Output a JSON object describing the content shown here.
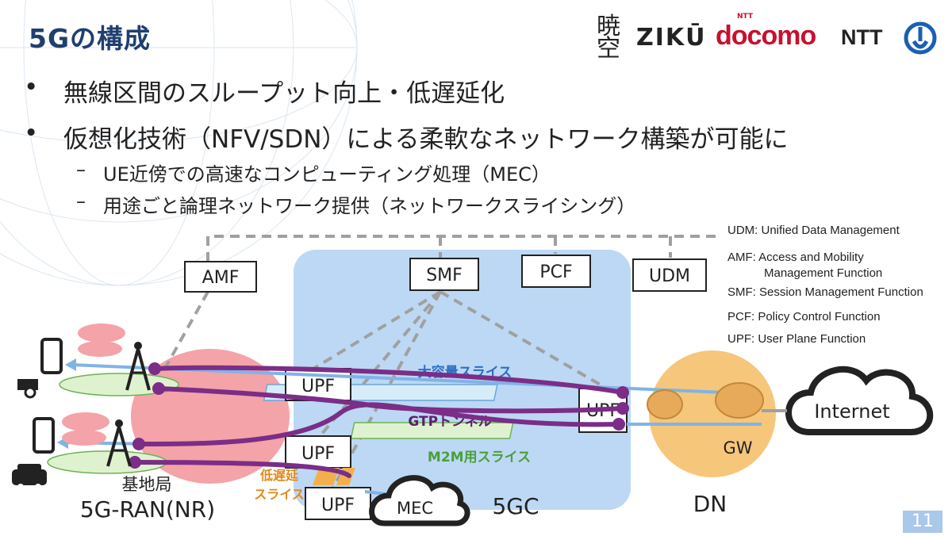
{
  "title": "5Gの構成",
  "logos": {
    "ziku_mark": "暁空",
    "ziku": "ZIKŪ",
    "docomo_small": "NTT",
    "docomo": "docomo",
    "ntt": "NTT"
  },
  "bullets": [
    {
      "mark": "•",
      "text": "無線区間のスループット向上・低遅延化"
    },
    {
      "mark": "•",
      "text": "仮想化技術（NFV/SDN）による柔軟なネットワーク構築が可能に"
    }
  ],
  "sub_bullets": [
    {
      "mark": "–",
      "text": "UE近傍での高速なコンピューティング処理（MEC）"
    },
    {
      "mark": "–",
      "text": "用途ごと論理ネットワーク提供（ネットワークスライシング）"
    }
  ],
  "legend": [
    "UDM: Unified Data Management",
    "AMF: Access and Mobility",
    "Management Function",
    "SMF: Session Management Function",
    "PCF: Policy Control Function",
    "UPF: User Plane Function"
  ],
  "diagram": {
    "boxes": {
      "amf": "AMF",
      "smf": "SMF",
      "pcf": "PCF",
      "udm": "UDM",
      "upf1": "UPF",
      "upf2": "UPF",
      "upf3": "UPF",
      "upf_dn": "UPF"
    },
    "slices": {
      "large": "大容量スライス",
      "gtp": "GTPトンネル",
      "m2m": "M2M用スライス",
      "low_latency_1": "低遅延",
      "low_latency_2": "スライス"
    },
    "labels": {
      "base_station": "基地局",
      "ran": "5G-RAN(NR)",
      "core": "5GC",
      "dn": "DN",
      "gw": "GW",
      "internet": "Internet",
      "mec": "MEC"
    },
    "colors": {
      "core_bg": "#bcd8f4",
      "ran_bg": "#f4a3a8",
      "dn_bg": "#f6c67a",
      "tunnel": "#7b2d87",
      "slice_large": "#2e6fc4",
      "slice_m2m": "#4aa03a",
      "slice_low": "#e08a1a"
    }
  },
  "page_number": "11"
}
